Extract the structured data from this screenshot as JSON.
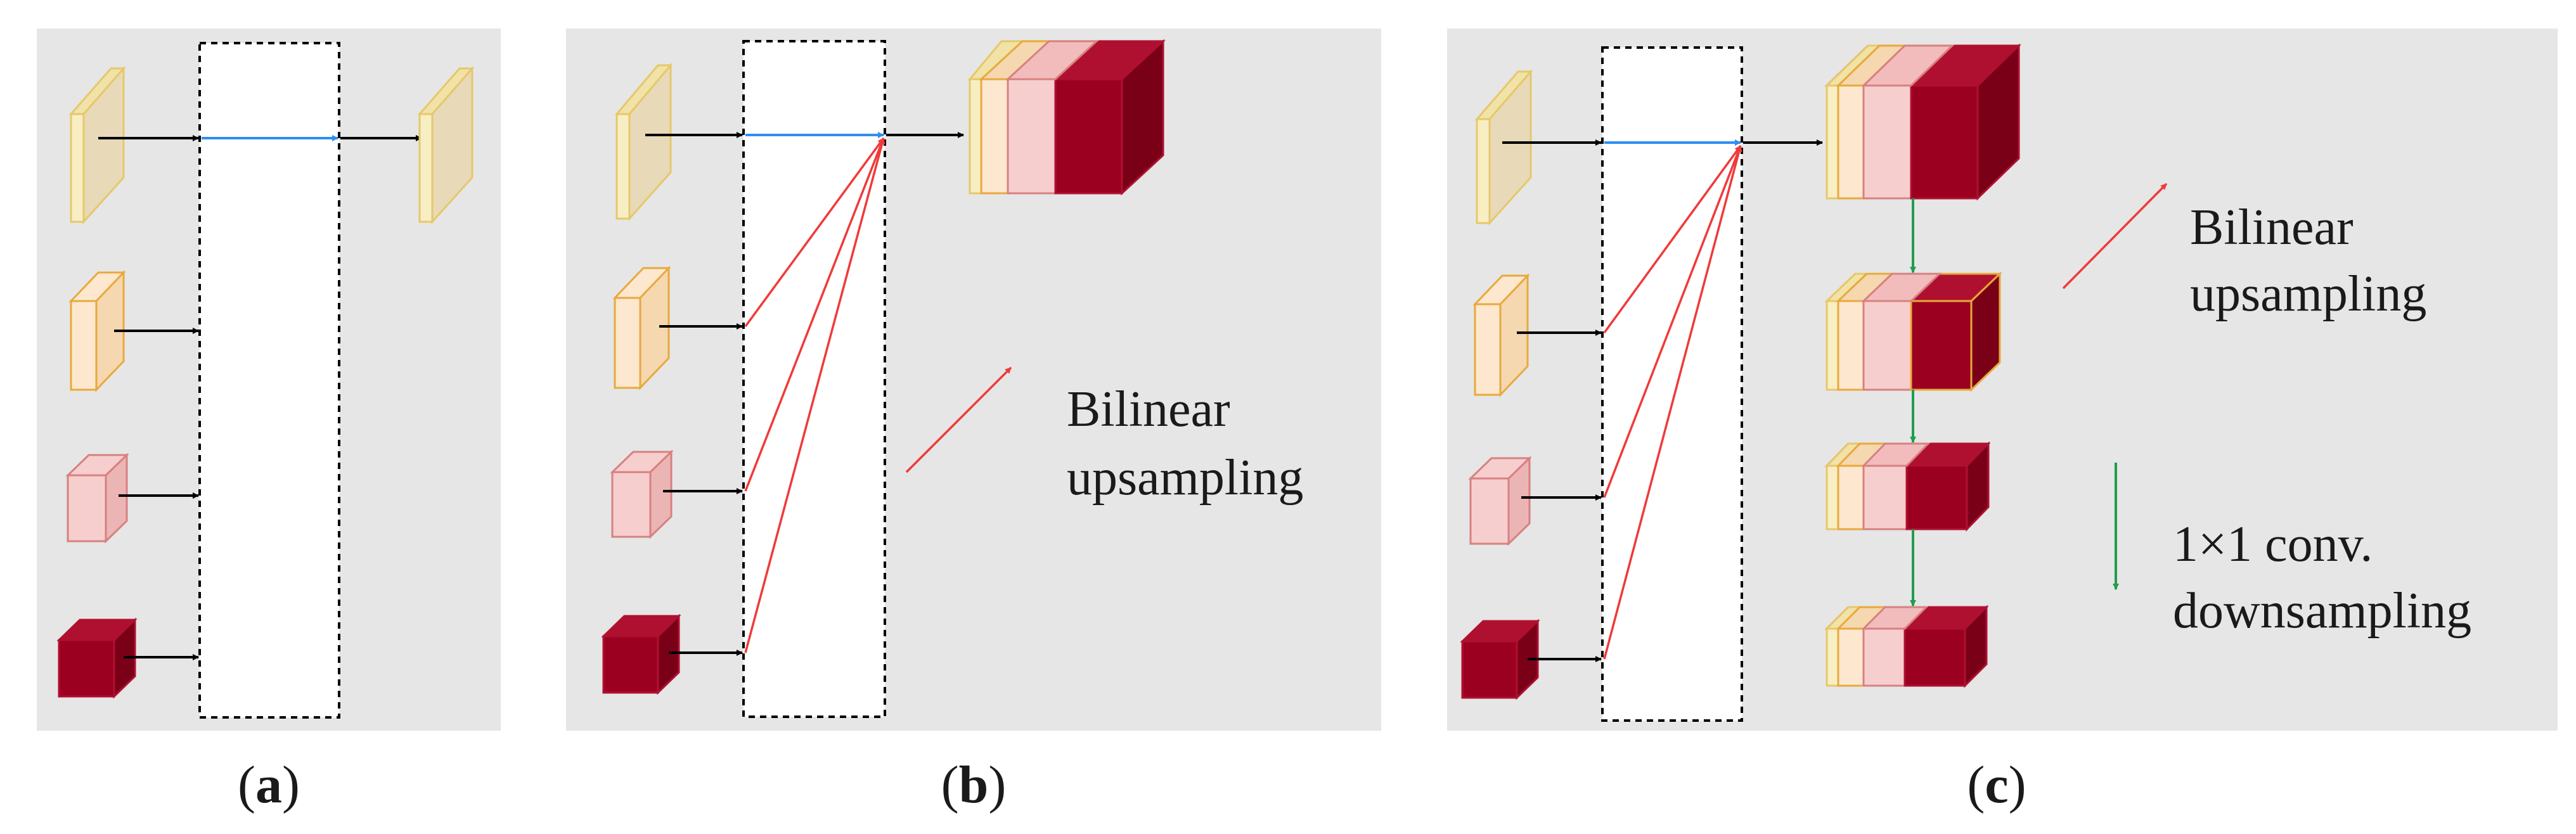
{
  "colors": {
    "panel_bg": "#e6e6e6",
    "column_bg": "#ffffff",
    "arrow_black": "#000000",
    "arrow_blue": "#2e8ef0",
    "arrow_red": "#f03a3a",
    "arrow_green": "#1f9e4e",
    "level1_face": "#e8d9b8",
    "level1_edge": "#f1e2a8",
    "level2_face": "#fde7cf",
    "level2_edge": "#e8a93c",
    "level3_face": "#f7cece",
    "level3_edge": "#d88080",
    "level4_face": "#9c0020",
    "level4_edge": "#b01030"
  },
  "panels": [
    {
      "id": "a",
      "caption_open": "(",
      "caption_letter": "a",
      "caption_close": ")"
    },
    {
      "id": "b",
      "caption_open": "(",
      "caption_letter": "b",
      "caption_close": ")",
      "legend": {
        "line1": "Bilinear",
        "line2": "upsampling"
      }
    },
    {
      "id": "c",
      "caption_open": "(",
      "caption_letter": "c",
      "caption_close": ")",
      "legend_red": {
        "line1": "Bilinear",
        "line2": "upsampling"
      },
      "legend_green": {
        "line1": "1×1 conv.",
        "line2": "downsampling"
      }
    }
  ]
}
